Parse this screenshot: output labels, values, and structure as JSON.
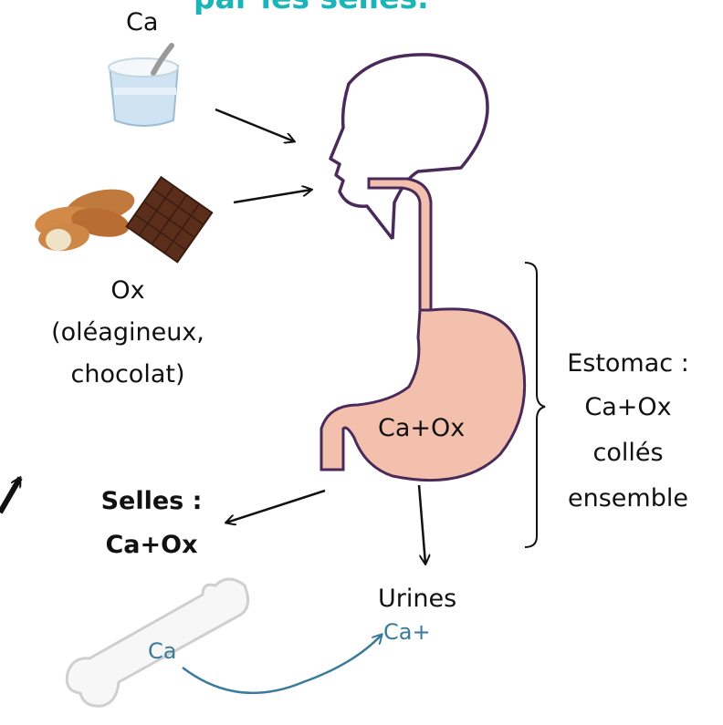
{
  "title_fragment": "par les selles.",
  "labels": {
    "ca_top": "Ca",
    "ox_line1": "Ox",
    "ox_line2": "(oléagineux,",
    "ox_line3": "chocolat)",
    "stomach_content": "Ca+Ox",
    "estomac_line1": "Estomac :",
    "estomac_line2": "Ca+Ox",
    "estomac_line3": "collés",
    "estomac_line4": "ensemble",
    "selles_line1": "Selles :",
    "selles_line2": "Ca+Ox",
    "urines": "Urines",
    "urine_ca": "Ca+",
    "bone_ca": "Ca"
  },
  "colors": {
    "title": "#19b5b8",
    "stomach_fill": "#f2c0ac",
    "outline": "#4a2a5a",
    "calcium_blue": "#3a7a9a",
    "yogurt": "#cfe3f2"
  },
  "icons": [
    "yogurt-icon",
    "almonds-icon",
    "chocolate-icon",
    "head-silhouette-icon",
    "stomach-icon",
    "bone-icon"
  ]
}
